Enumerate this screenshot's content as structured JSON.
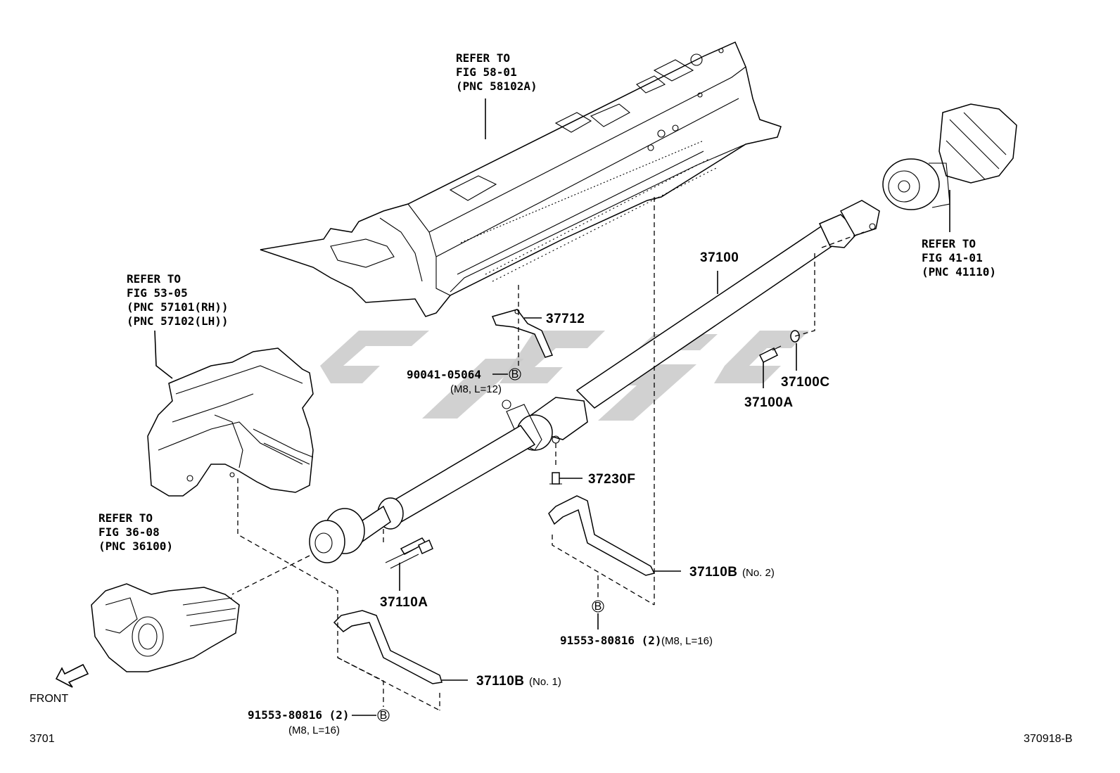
{
  "refs": {
    "floor": [
      "REFER TO",
      "FIG 58-01",
      "(PNC 58102A)"
    ],
    "rail": [
      "REFER TO",
      "FIG 53-05",
      "(PNC 57101(RH))",
      "(PNC 57102(LH))"
    ],
    "transfer": [
      "REFER TO",
      "FIG 36-08",
      "(PNC 36100)"
    ],
    "diff": [
      "REFER TO",
      "FIG 41-01",
      "(PNC 41110)"
    ]
  },
  "parts": {
    "p37100": "37100",
    "p37712": "37712",
    "p37100C": "37100C",
    "p37100A": "37100A",
    "p37230F": "37230F",
    "p37110A": "37110A",
    "p37110B2": "37110B",
    "p37110B2_note": "(No. 2)",
    "p37110B1": "37110B",
    "p37110B1_note": "(No. 1)",
    "bolt1_pn": "90041-05064",
    "bolt1_spec": "(M8, L=12)",
    "bolt2_pn": "91553-80816 (2)",
    "bolt2_spec": "(M8, L=16)",
    "bolt3_pn": "91553-80816 (2)",
    "bolt3_spec": "(M8, L=16)",
    "marker_b": "B"
  },
  "footer": {
    "front": "FRONT",
    "fig_code": "3701",
    "drawing_id": "370918-B"
  }
}
